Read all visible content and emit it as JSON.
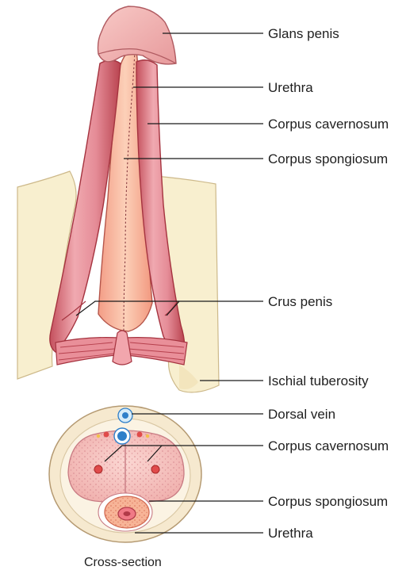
{
  "labels": {
    "glans_penis": "Glans penis",
    "urethra_top": "Urethra",
    "corpus_cavernosum_top": "Corpus cavernosum",
    "corpus_spongiosum_top": "Corpus spongiosum",
    "crus_penis": "Crus penis",
    "ischial_tuberosity": "Ischial tuberosity",
    "dorsal_vein": "Dorsal vein",
    "corpus_cavernosum_cs": "Corpus cavernosum",
    "corpus_spongiosum_cs": "Corpus spongiosum",
    "urethra_cs": "Urethra"
  },
  "caption": "Cross-section",
  "colors": {
    "bone": "#f8efcf",
    "bone_outline": "#cdb98a",
    "tissue": "#e99aa3",
    "tissue_dark": "#c9525e",
    "spongiosum": "#f7b392",
    "glans": "#f2b3b3",
    "vein": "#2f7fc9"
  }
}
